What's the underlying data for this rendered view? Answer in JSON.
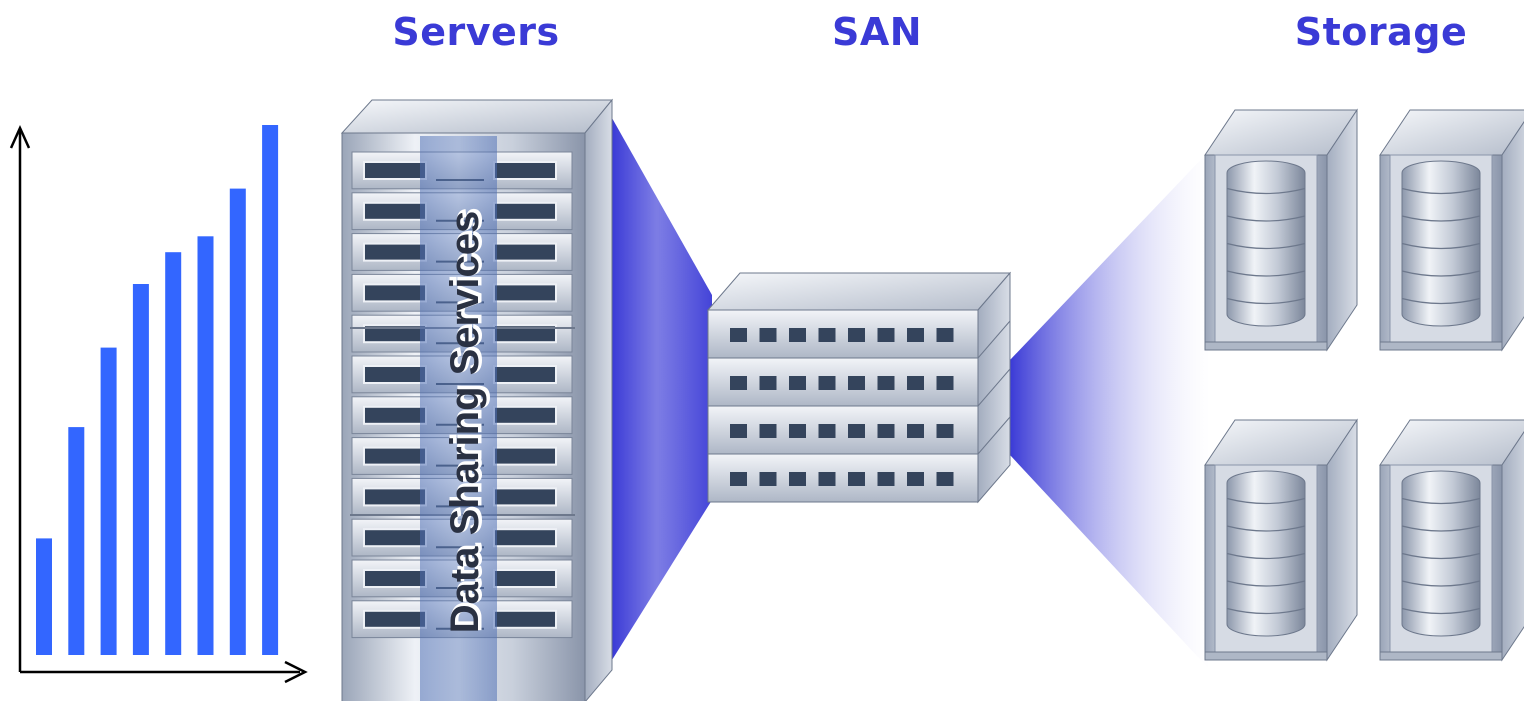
{
  "headings": {
    "servers": "Servers",
    "san": "SAN",
    "storage": "Storage"
  },
  "rack_label": "Data Sharing Services",
  "growth_chart": {
    "bar_count": 8,
    "relative_heights": [
      0.22,
      0.43,
      0.58,
      0.7,
      0.76,
      0.79,
      0.88,
      1.0
    ]
  },
  "san_switch": {
    "units": 4,
    "ports_per_unit": 8
  },
  "server_rack": {
    "slots": 12
  },
  "storage": {
    "units": 4
  },
  "colors": {
    "heading": "#3a3ad6",
    "bars": "#3366ff",
    "beam": "#3a3ad6",
    "metal_light": "#e8ecf3",
    "metal_dark": "#8a95aa",
    "slot": "#34445c",
    "label_band": "#5577bb"
  }
}
